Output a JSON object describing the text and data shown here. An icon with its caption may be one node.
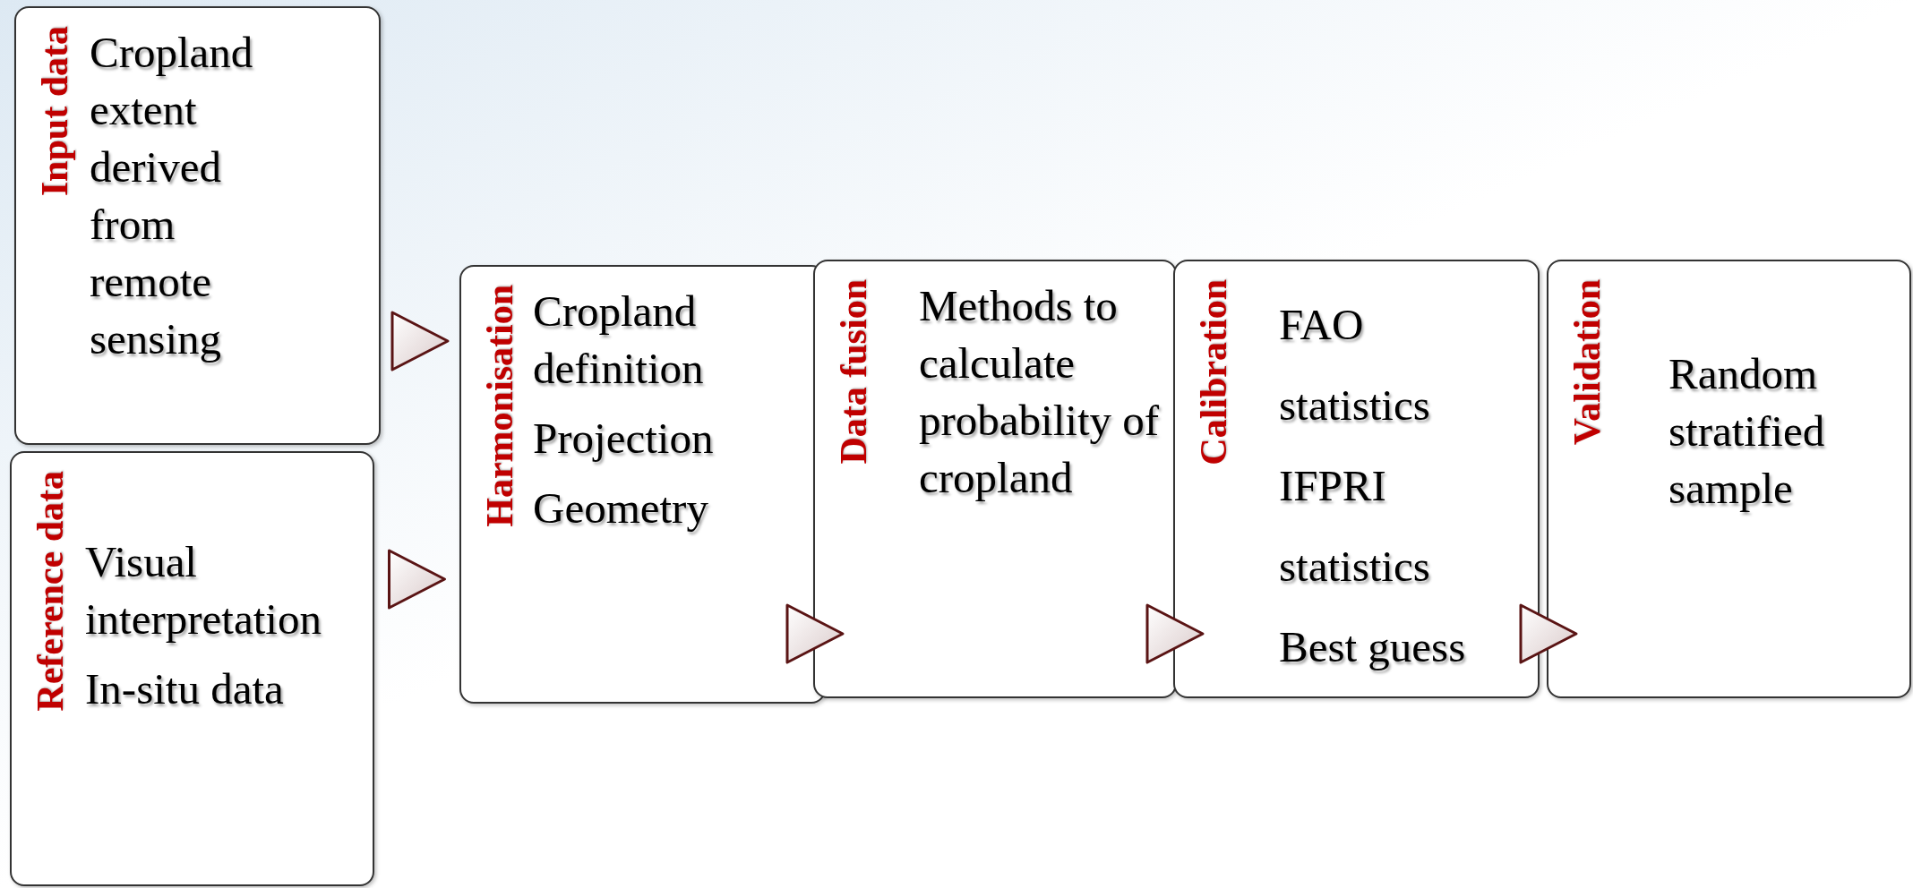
{
  "diagram": {
    "nodes": [
      {
        "text": [
          "Input data",
          "Cropland extent derived from remote sensing"
        ]
      },
      {
        "text": [
          "Reference data",
          "Visual interpretation",
          "In-situ data"
        ]
      },
      {
        "text": [
          "Harmonisation",
          "Cropland definition",
          "Projection",
          "Geometry"
        ]
      },
      {
        "text": [
          "Data fusion",
          "Methods to calculate probability of cropland"
        ]
      },
      {
        "text": [
          "Calibration",
          "FAO statistics",
          "IFPRI statistics",
          "Best guess"
        ]
      },
      {
        "text": [
          "Validation",
          "Random stratified sample"
        ]
      }
    ],
    "edges": [
      {
        "from": 0,
        "to": 2,
        "arrow": "to"
      },
      {
        "from": 1,
        "to": 2,
        "arrow": "to"
      },
      {
        "from": 2,
        "to": 3,
        "arrow": "to"
      },
      {
        "from": 3,
        "to": 4,
        "arrow": "to"
      },
      {
        "from": 4,
        "to": 5,
        "arrow": "to"
      }
    ]
  }
}
